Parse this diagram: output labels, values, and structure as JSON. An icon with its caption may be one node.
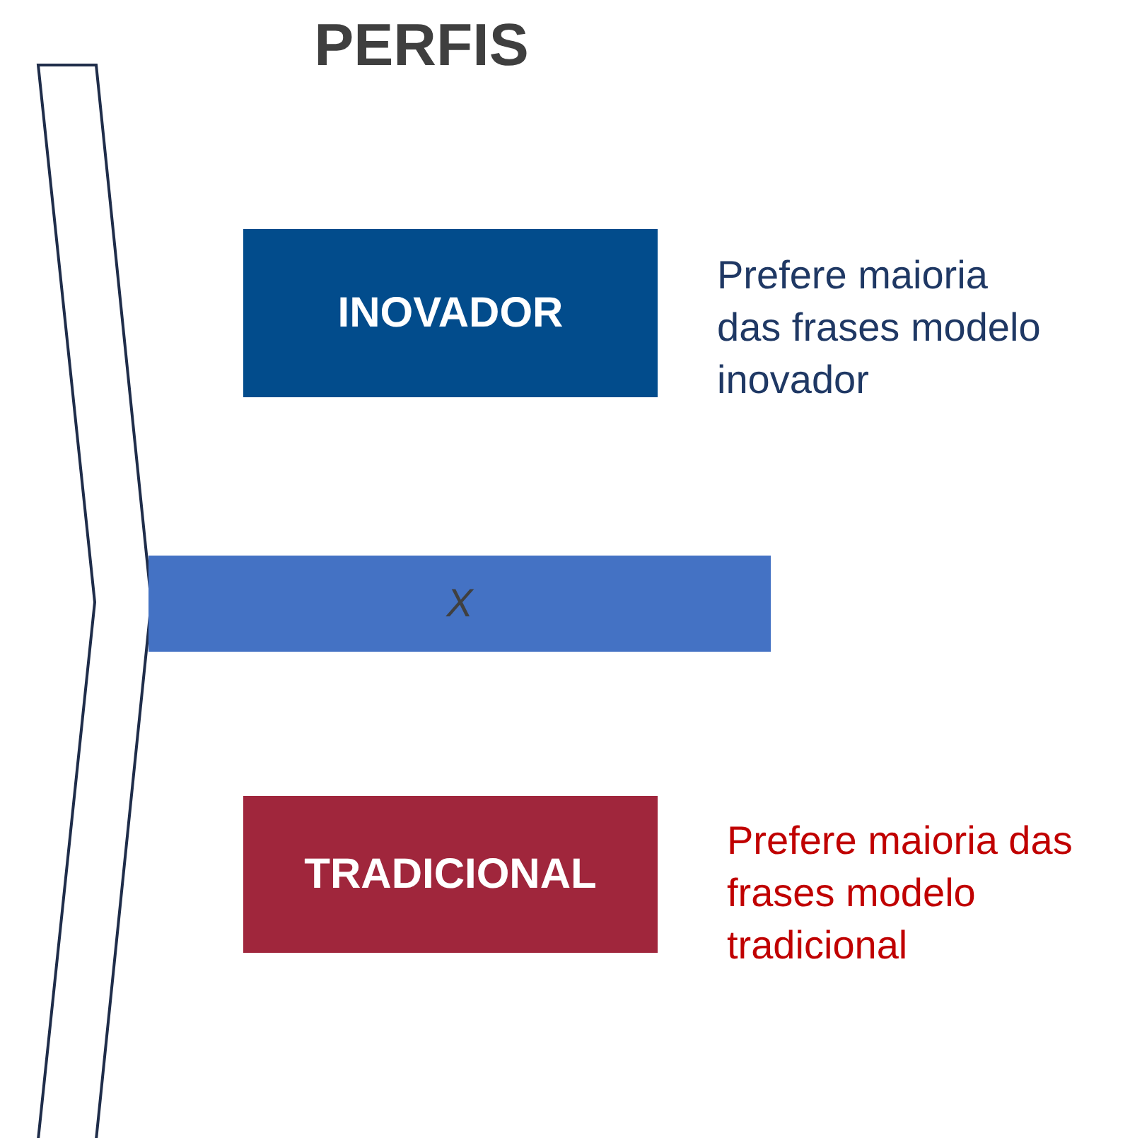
{
  "diagram": {
    "title": "PERFIS",
    "nodes": [
      {
        "text": [
          "INOVADOR"
        ],
        "beside": [
          "Prefere maioria das frases modelo inovador"
        ]
      },
      {
        "text": [
          "X"
        ]
      },
      {
        "text": [
          "TRADICIONAL"
        ],
        "beside": [
          "Prefere maioria das frases modelo tradicional"
        ]
      }
    ]
  }
}
